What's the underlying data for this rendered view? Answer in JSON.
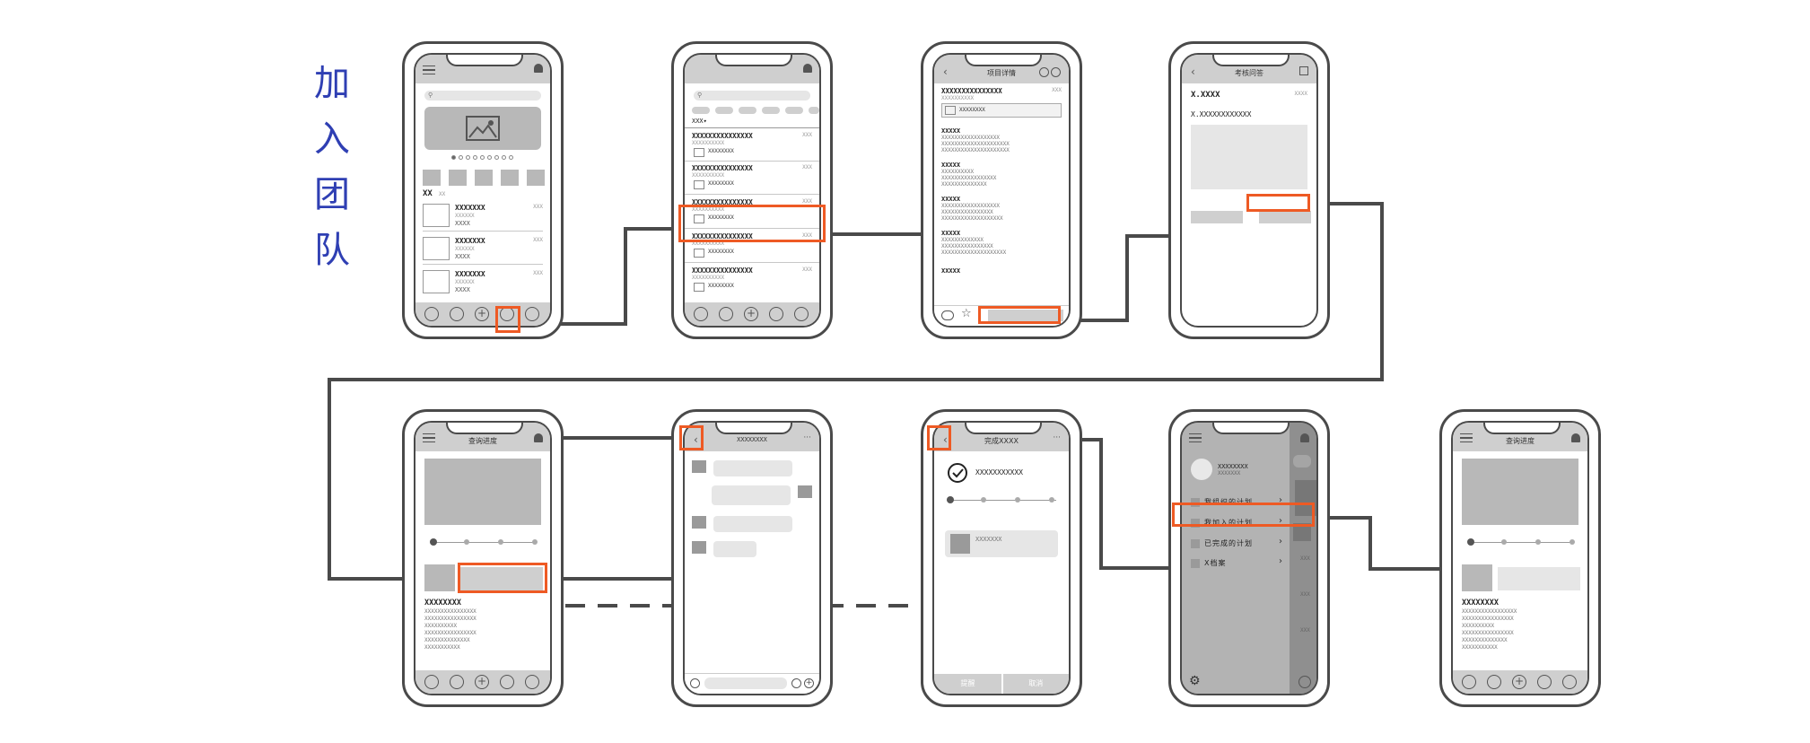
{
  "title": "加入团队",
  "title_chars": [
    "加",
    "入",
    "团",
    "队"
  ],
  "colors": {
    "highlight": "#ee5a24",
    "title": "#2f3fb3",
    "wire": "#4a4a4a"
  },
  "s1": {
    "rows": [
      {
        "name": "XXXXXXX",
        "sub": "XXXXXX",
        "tag": "XXXX",
        "right": "XXX"
      },
      {
        "name": "XXXXXXX",
        "sub": "XXXXXX",
        "tag": "XXXX",
        "right": "XXX"
      },
      {
        "name": "XXXXXXX",
        "sub": "XXXXXX",
        "tag": "XXXX",
        "right": "XXX"
      }
    ],
    "section": "XX",
    "section_sub": "XX"
  },
  "s2": {
    "filter": "XXX▾",
    "rows": [
      {
        "name": "XXXXXXXXXXXXXXX",
        "sub": "XXXXXXXXXX",
        "right": "XXX",
        "tag": "XXXXXXXX"
      },
      {
        "name": "XXXXXXXXXXXXXXX",
        "sub": "XXXXXXXXXX",
        "right": "XXX",
        "tag": "XXXXXXXX"
      },
      {
        "name": "XXXXXXXXXXXXXXX",
        "sub": "XXXXXXXXXX",
        "right": "XXX",
        "tag": "XXXXXXXX"
      },
      {
        "name": "XXXXXXXXXXXXXXX",
        "sub": "XXXXXXXXXX",
        "right": "XXX",
        "tag": "XXXXXXXX"
      },
      {
        "name": "XXXXXXXXXXXXXXX",
        "sub": "XXXXXXXXXX",
        "right": "XXX",
        "tag": "XXXXXXXX"
      }
    ]
  },
  "s3": {
    "title": "项目详情",
    "head": "XXXXXXXXXXXXXXX",
    "head_sub": "XXXXXXXXXX",
    "head_right": "XXX",
    "box": "XXXXXXXX",
    "blocks": [
      {
        "h": "XXXXX",
        "lines": [
          "XXXXXXXXXXXXXXXXXX",
          "XXXXXXXXXXXXXXXXXXXXX",
          "XXXXXXXXXXXXXXXXXXXXX"
        ]
      },
      {
        "h": "XXXXX",
        "lines": [
          "XXXXXXXXXX",
          "XXXXXXXXXXXXXXXXX",
          "XXXXXXXXXXXXXX"
        ]
      },
      {
        "h": "XXXXX",
        "lines": [
          "XXXXXXXXXXXXXXXXXX",
          "XXXXXXXXXXXXXXXX",
          "XXXXXXXXXXXXXXXXXXX"
        ]
      },
      {
        "h": "XXXXX",
        "lines": [
          "XXXXXXXXXXXXX",
          "XXXXXXXXXXXXXXXX",
          "XXXXXXXXXXXXXXXXXXXX"
        ]
      },
      {
        "h": "XXXXX",
        "lines": []
      }
    ]
  },
  "s4": {
    "title": "考核问答",
    "l1": "X.XXXX",
    "l1r": "XXXX",
    "l2": "X.XXXXXXXXXXXX"
  },
  "s5": {
    "title": "查询进度",
    "name": "XXXXXXXX",
    "lines": [
      "XXXXXXXXXXXXXXXX",
      "XXXXXXXXXXXXXXXX",
      "XXXXXXXXXX",
      "XXXXXXXXXXXXXXXX",
      "XXXXXXXXXXXXXX",
      "XXXXXXXXXXX"
    ]
  },
  "s6": {
    "title": "XXXXXXXX",
    "more": "···"
  },
  "s7": {
    "title": "完成XXXX",
    "more": "···",
    "check": "XXXXXXXXXXX",
    "card": "XXXXXXX",
    "btn_left": "提醒",
    "btn_right": "取消"
  },
  "s8": {
    "user": "XXXXXXXX",
    "user_sub": "XXXXXXX",
    "menu": [
      "我组织的计划",
      "我加入的计划",
      "已完成的计划",
      "X档案"
    ],
    "side": [
      "XXX",
      "XXX",
      "XXX"
    ]
  },
  "s9": {
    "title": "查询进度",
    "name": "XXXXXXXX",
    "lines": [
      "XXXXXXXXXXXXXXXXX",
      "XXXXXXXXXXXXXXXX",
      "XXXXXXXXXX",
      "XXXXXXXXXXXXXXXX",
      "XXXXXXXXXXXXXX",
      "XXXXXXXXXXX"
    ]
  }
}
